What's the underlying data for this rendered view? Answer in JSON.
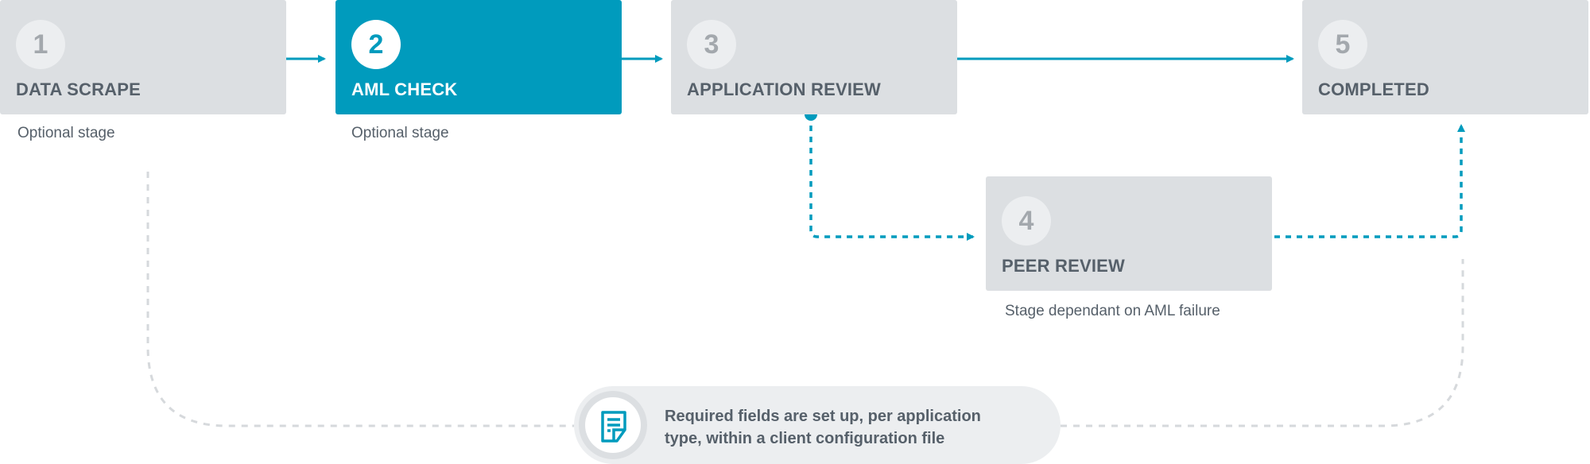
{
  "stages": [
    {
      "number": "1",
      "label": "DATA SCRAPE",
      "note": "Optional stage",
      "active": false
    },
    {
      "number": "2",
      "label": "AML CHECK",
      "note": "Optional stage",
      "active": true
    },
    {
      "number": "3",
      "label": "APPLICATION REVIEW",
      "note": "",
      "active": false
    },
    {
      "number": "4",
      "label": "PEER REVIEW",
      "note": "Stage dependant on AML failure",
      "active": false
    },
    {
      "number": "5",
      "label": "COMPLETED",
      "note": "",
      "active": false
    }
  ],
  "config_note": {
    "line1": "Required fields are set up, per application",
    "line2": "type, within a client configuration file",
    "icon": "document-form-icon"
  },
  "colors": {
    "accent": "#009bbd",
    "stage_bg": "#dcdfe2",
    "text": "#56606a",
    "number_inactive": "#a3a8ad",
    "dashed_gray": "#d6d9dc"
  }
}
